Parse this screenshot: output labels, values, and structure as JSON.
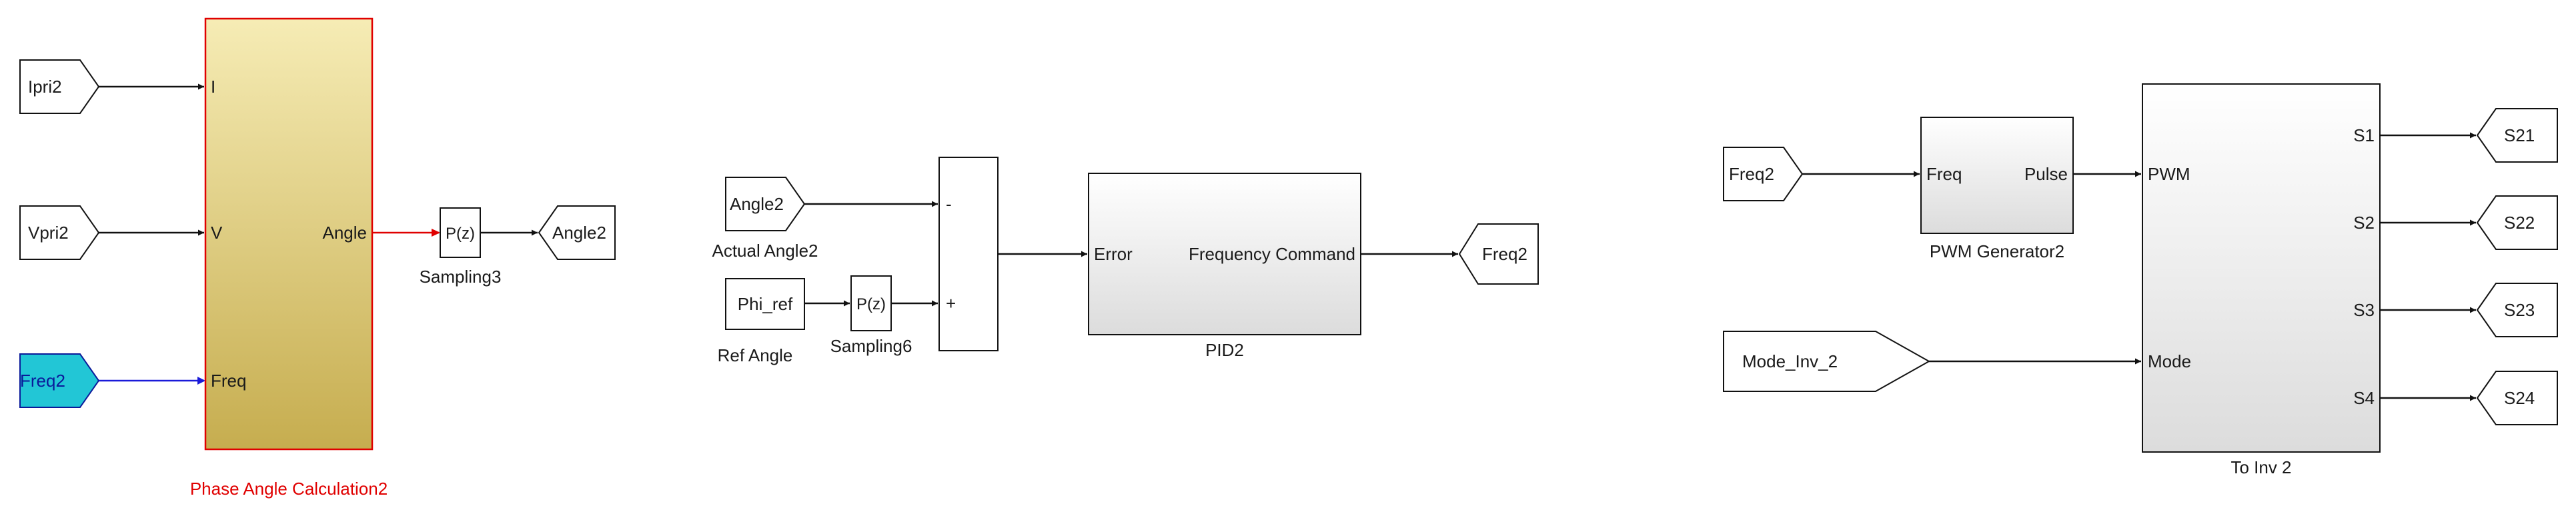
{
  "colors": {
    "highlight_line": "#e00000",
    "freq_line": "#1a1ad9",
    "freq_tag_fill": "#22c6d6",
    "freq_tag_text": "#0a1a9a",
    "block_label_highlight": "#e00000",
    "phase_block_top": "#f6ecb5",
    "phase_block_bottom": "#c6ad4f",
    "grey_block_top": "#ffffff",
    "grey_block_bottom": "#dcdcdc"
  },
  "phase_section": {
    "tags": {
      "ipri": "Ipri2",
      "vpri": "Vpri2",
      "freq": "Freq2"
    },
    "block": {
      "name": "Phase Angle Calculation2",
      "ports": {
        "i": "I",
        "v": "V",
        "freq": "Freq",
        "angle": "Angle"
      }
    },
    "sampler": {
      "symbol": "P(z)",
      "name": "Sampling3"
    },
    "out_tag": "Angle2"
  },
  "pid_section": {
    "actual_tag": "Angle2",
    "actual_label": "Actual Angle2",
    "ref_const": "Phi_ref",
    "ref_label": "Ref Angle",
    "sampler": {
      "symbol": "P(z)",
      "name": "Sampling6"
    },
    "sum_signs": {
      "top": "-",
      "bottom": "+"
    },
    "block": {
      "name": "PID2",
      "ports": {
        "error": "Error",
        "command": "Frequency Command"
      }
    },
    "out_tag": "Freq2"
  },
  "inverter_section": {
    "freq_tag": "Freq2",
    "pwm": {
      "name": "PWM Generator2",
      "in_port": "Freq",
      "out_port": "Pulse"
    },
    "mode_tag": "Mode_Inv_2",
    "block": {
      "name": "To Inv 2",
      "in_ports": {
        "pwm": "PWM",
        "mode": "Mode"
      },
      "out_ports": [
        "S1",
        "S2",
        "S3",
        "S4"
      ]
    },
    "out_tags": [
      "S21",
      "S22",
      "S23",
      "S24"
    ]
  }
}
